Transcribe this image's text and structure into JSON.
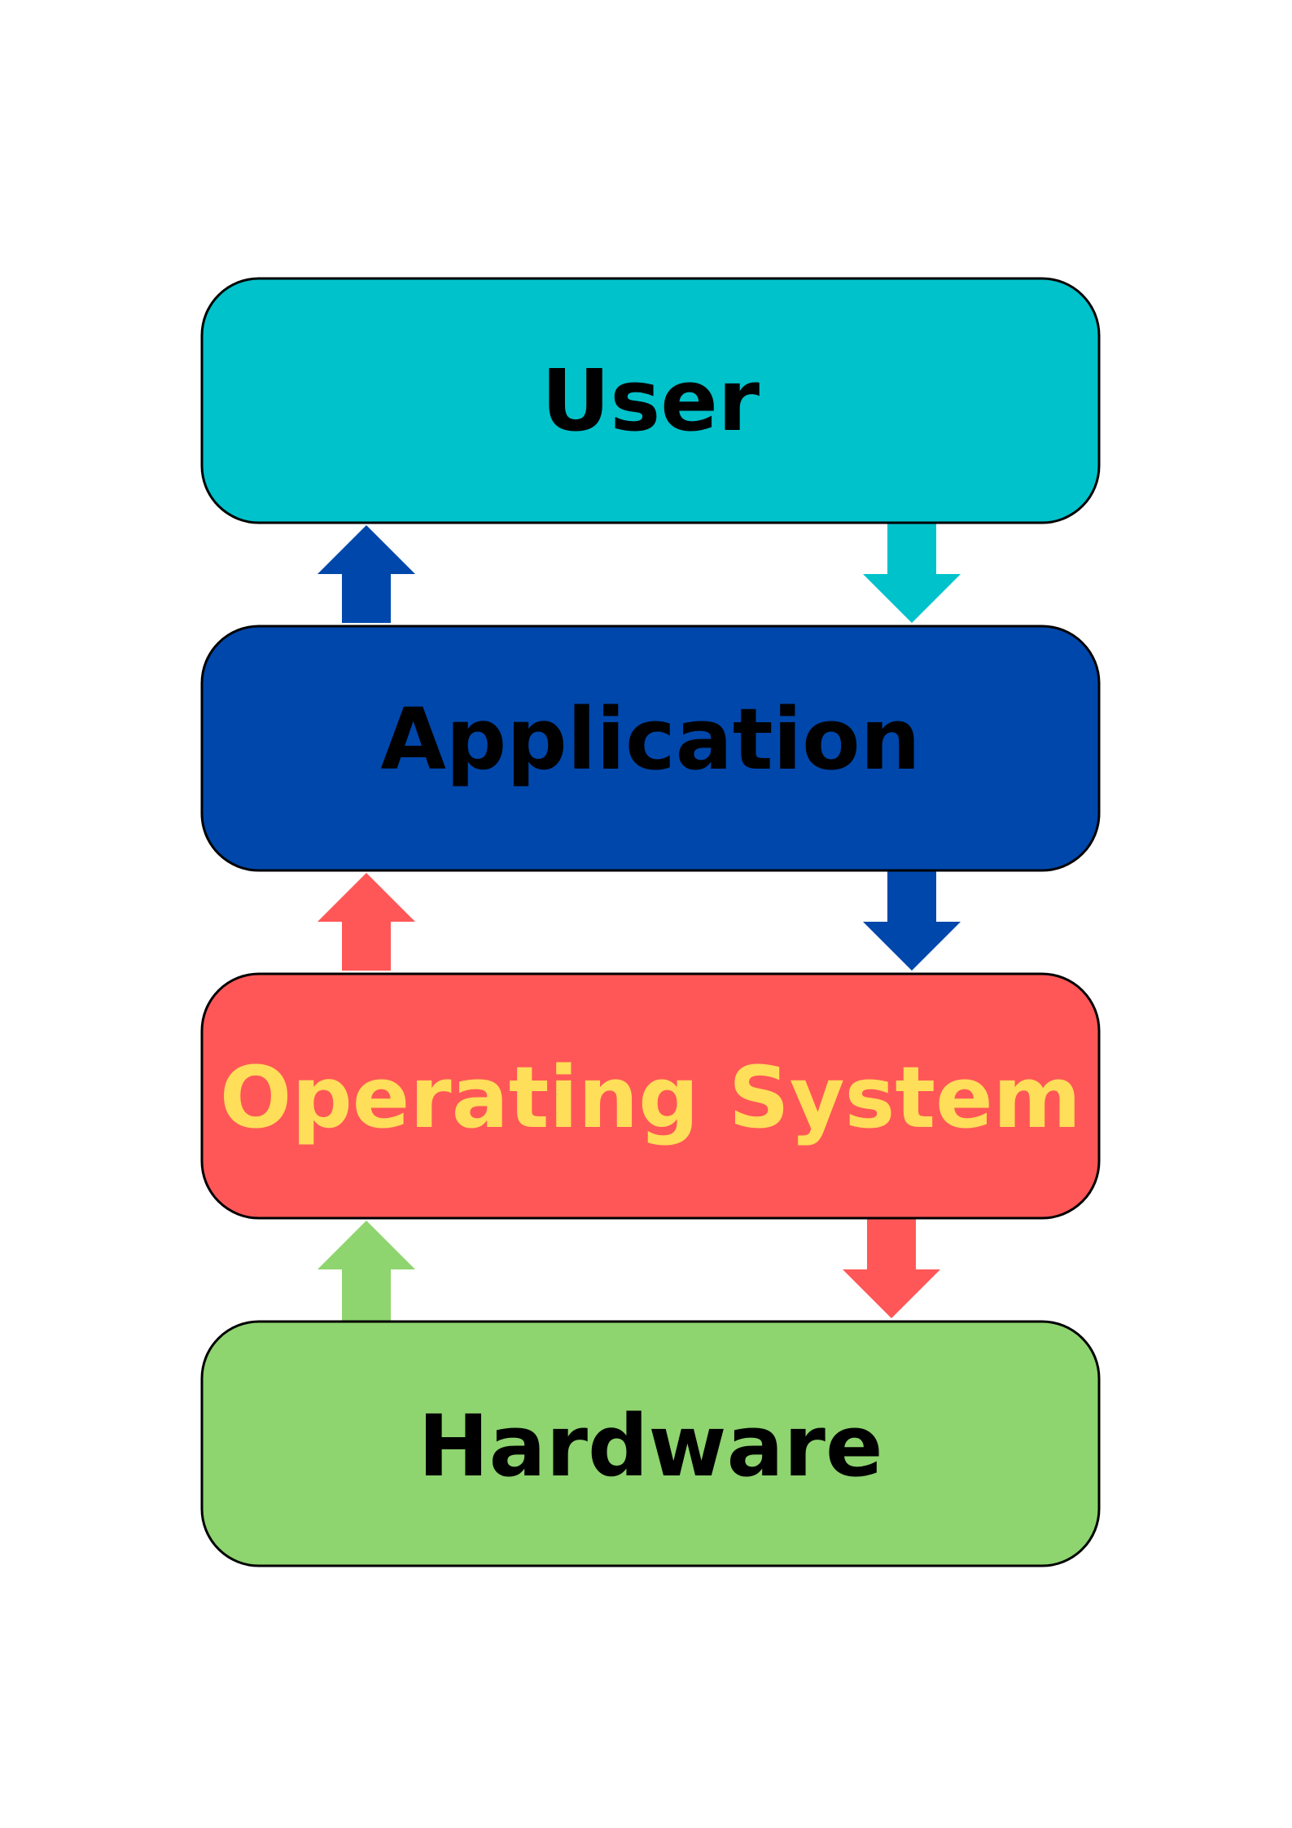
{
  "diagram": {
    "layers": [
      {
        "id": "user",
        "label": "User",
        "fill": "#00C2CB",
        "text_color": "#000000"
      },
      {
        "id": "application",
        "label": "Application",
        "fill": "#0047AB",
        "text_color": "#000000"
      },
      {
        "id": "os",
        "label": "Operating System",
        "fill": "#FF5757",
        "text_color": "#FFDE59"
      },
      {
        "id": "hardware",
        "label": "Hardware",
        "fill": "#8ED46F",
        "text_color": "#000000"
      }
    ],
    "arrows": [
      {
        "from": "application",
        "to": "user",
        "direction": "up",
        "color": "#0047AB"
      },
      {
        "from": "user",
        "to": "application",
        "direction": "down",
        "color": "#00C2CB"
      },
      {
        "from": "os",
        "to": "application",
        "direction": "up",
        "color": "#FF5757"
      },
      {
        "from": "application",
        "to": "os",
        "direction": "down",
        "color": "#0047AB"
      },
      {
        "from": "hardware",
        "to": "os",
        "direction": "up",
        "color": "#8ED46F"
      },
      {
        "from": "os",
        "to": "hardware",
        "direction": "down",
        "color": "#FF5757"
      }
    ]
  }
}
